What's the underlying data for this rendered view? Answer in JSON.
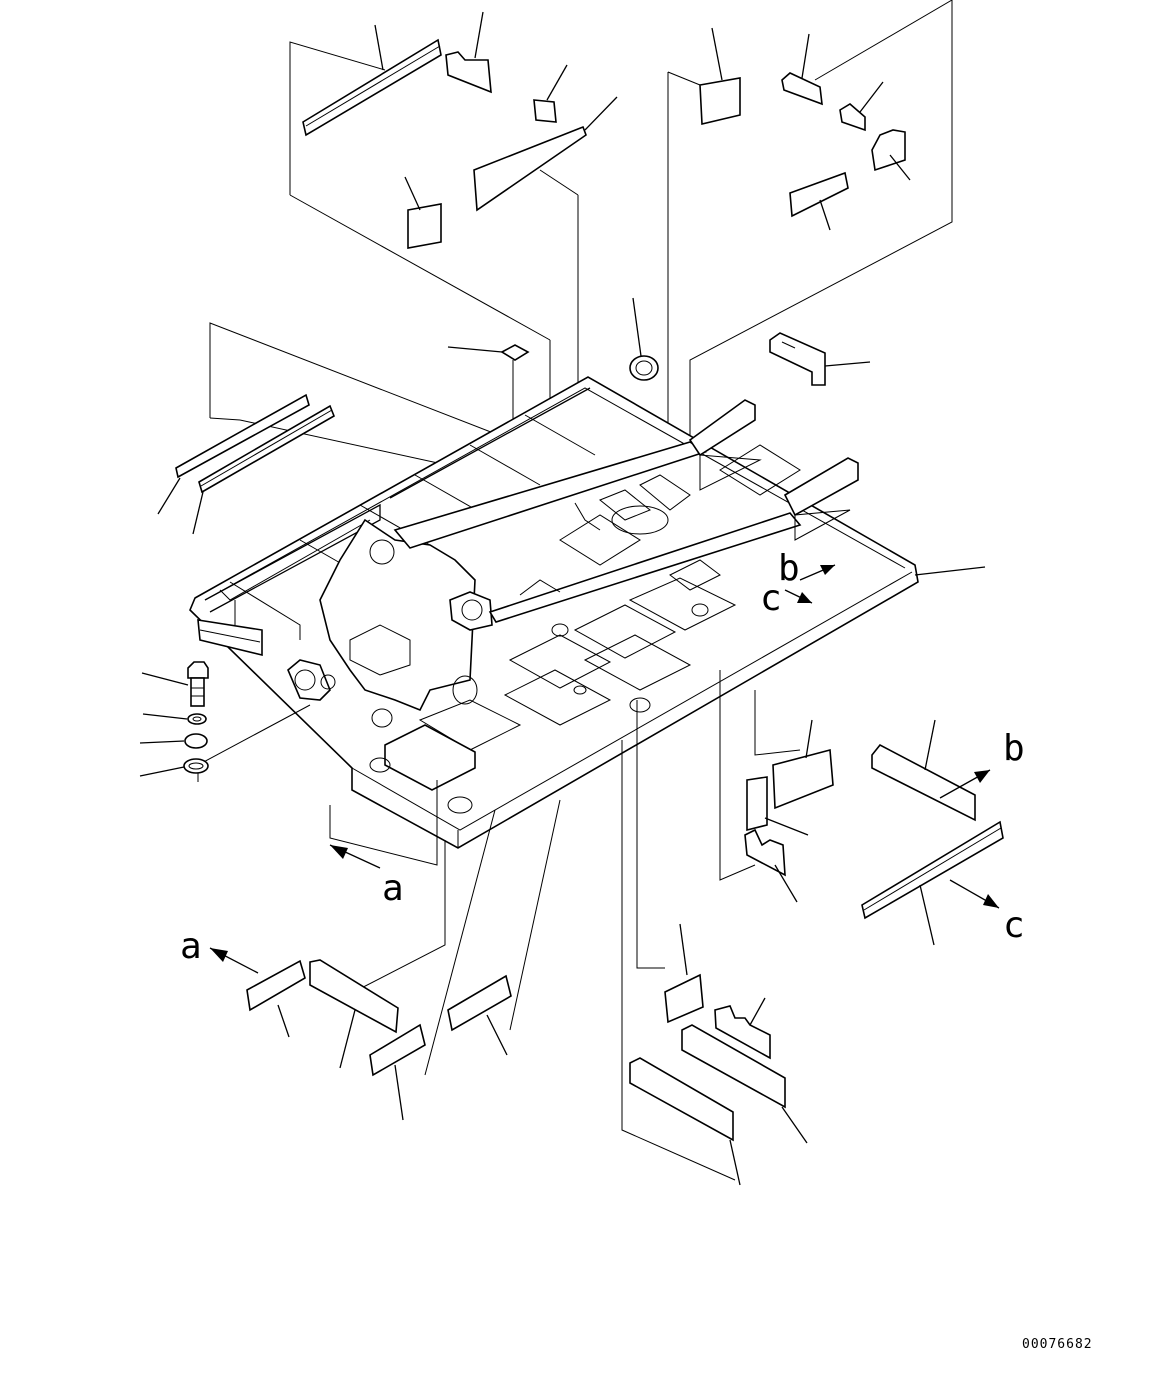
{
  "diagram": {
    "drawing_number": "00076682",
    "callouts": {
      "a": [
        "a",
        "a"
      ],
      "b": [
        "b",
        "b"
      ],
      "c": [
        "c",
        "c"
      ]
    }
  }
}
